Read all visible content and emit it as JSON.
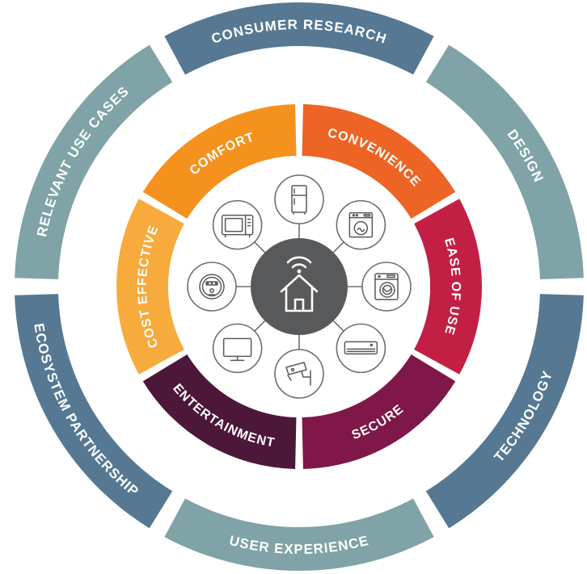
{
  "outer_ring": [
    {
      "label": "CONSUMER RESEARCH",
      "color": "#567892"
    },
    {
      "label": "DESIGN",
      "color": "#7fa3a6"
    },
    {
      "label": "TECHNOLOGY",
      "color": "#567892"
    },
    {
      "label": "USER EXPERIENCE",
      "color": "#7fa3a6"
    },
    {
      "label": "ECOSYSTEM PARTNERSHIP",
      "color": "#567892"
    },
    {
      "label": "RELEVANT USE CASES",
      "color": "#7fa3a6"
    }
  ],
  "inner_ring": [
    {
      "label": "CONVENIENCE",
      "color": "#ee6424"
    },
    {
      "label": "EASE OF USE",
      "color": "#c31f45"
    },
    {
      "label": "SECURE",
      "color": "#7f1748"
    },
    {
      "label": "ENTERTAINMENT",
      "color": "#4d1739"
    },
    {
      "label": "COST EFFECTIVE",
      "color": "#f7ab3c"
    },
    {
      "label": "COMFORT",
      "color": "#f5921e"
    }
  ],
  "hub": {
    "icon": "smart-home-wifi-icon",
    "color": "#58595b"
  },
  "devices": [
    {
      "icon": "refrigerator-icon"
    },
    {
      "icon": "dishwasher-icon"
    },
    {
      "icon": "washing-machine-icon"
    },
    {
      "icon": "air-conditioner-icon"
    },
    {
      "icon": "security-camera-icon"
    },
    {
      "icon": "television-icon"
    },
    {
      "icon": "robot-vacuum-icon"
    },
    {
      "icon": "microwave-icon"
    }
  ]
}
